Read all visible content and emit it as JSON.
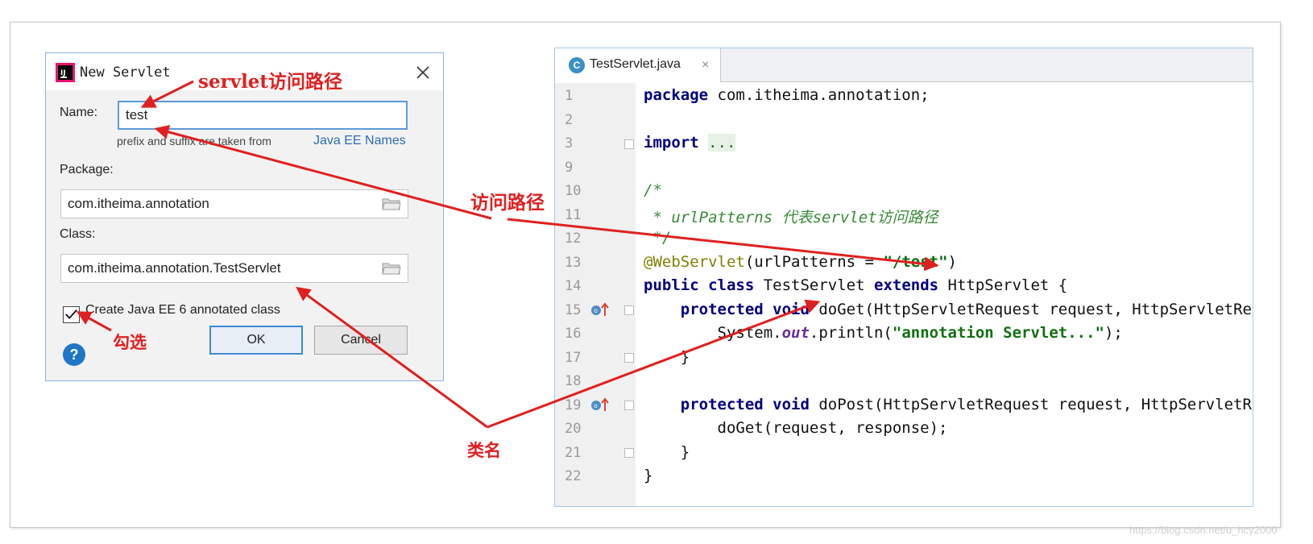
{
  "dialog": {
    "title": "New Servlet",
    "name_label": "Name:",
    "name_value": "test",
    "hint_text": "prefix and suffix are taken from",
    "hint_link": "Java EE Names",
    "package_label": "Package:",
    "package_value": "com.itheima.annotation",
    "class_label": "Class:",
    "class_value": "com.itheima.annotation.TestServlet",
    "checkbox_label": "Create Java EE 6 annotated class",
    "checkbox_checked": true,
    "help_symbol": "?",
    "ok_label": "OK",
    "cancel_label": "Cancel"
  },
  "editor": {
    "tab_icon_letter": "C",
    "tab_label": "TestServlet.java",
    "tab_close": "×",
    "line_numbers": [
      "1",
      "2",
      "3",
      "9",
      "10",
      "11",
      "12",
      "13",
      "14",
      "15",
      "16",
      "17",
      "18",
      "19",
      "20",
      "21",
      "22"
    ]
  },
  "annotations": {
    "servlet_path": "servlet访问路径",
    "access_path": "访问路径",
    "check": "勾选",
    "class_name": "类名"
  },
  "watermark": "https://blog.csdn.net/u_hcy2000",
  "colors": {
    "annotation_red": "#e02020",
    "link_blue": "#2c6db3",
    "keyword": "#00007f",
    "comment": "#3a8a3a",
    "string": "#107010"
  }
}
